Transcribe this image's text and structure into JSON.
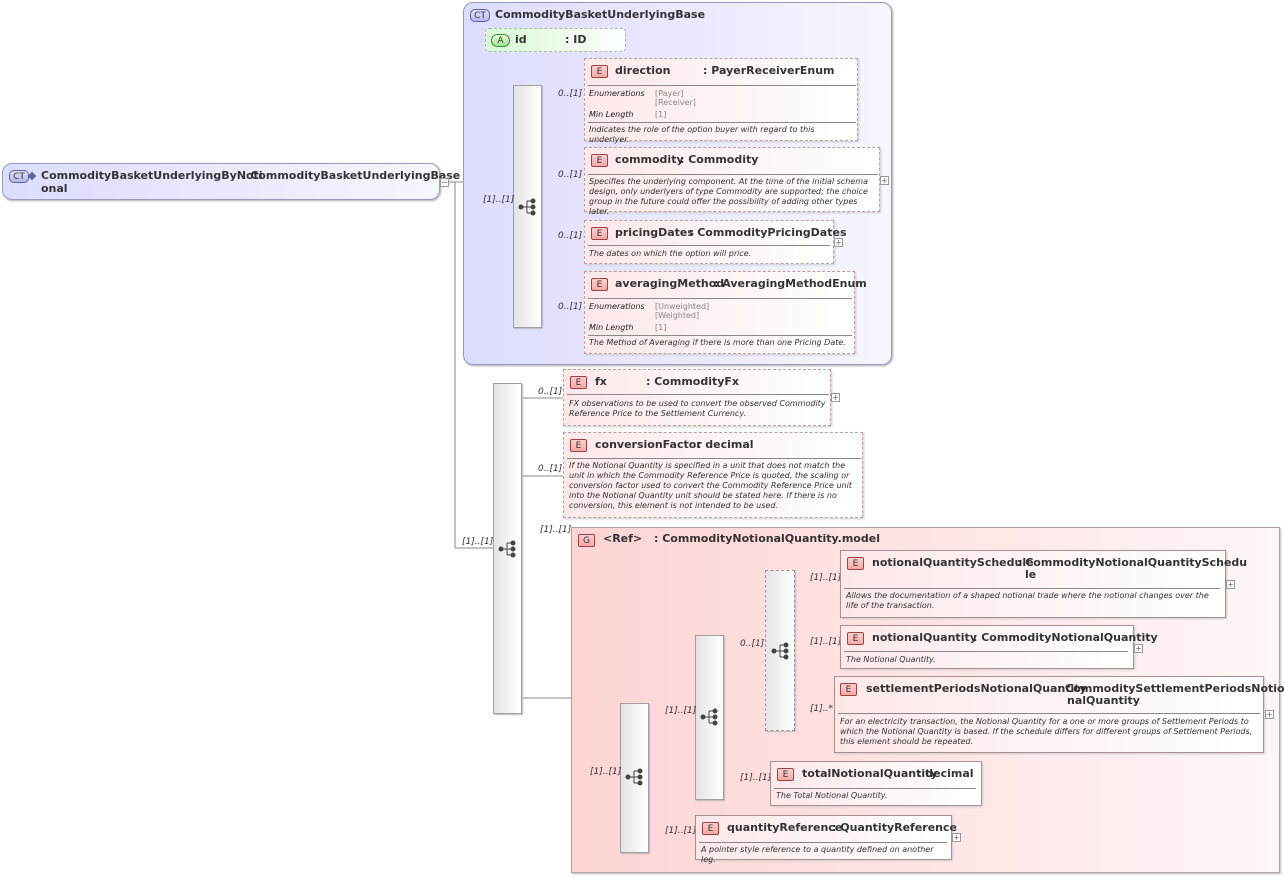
{
  "root": {
    "badge": "CT",
    "name": "CommodityBasketUnderlyingByNoti",
    "type": ": CommodityBasketUnderlyingBase",
    "name_cont": "onal"
  },
  "base": {
    "badge": "CT",
    "name": "CommodityBasketUnderlyingBase",
    "attr": {
      "badge": "A",
      "name": "id",
      "type": ": ID"
    },
    "seq_mult": "[1]..[1]",
    "elements": [
      {
        "badge": "E",
        "name": "direction",
        "type": ": PayerReceiverEnum",
        "mult": "0..[1]",
        "facets": [
          {
            "label": "Enumerations",
            "values": "[Payer]\n[Receiver]"
          },
          {
            "label": "Min Length",
            "values": "[1]"
          }
        ],
        "doc": "Indicates the role of the option buyer with regard to this underlyer."
      },
      {
        "badge": "E",
        "name": "commodity",
        "type": ": Commodity",
        "mult": "0..[1]",
        "doc": "Specifies the underlying component. At the time of the initial schema design, only underlyers of type Commodity are supported; the choice group in the future could offer the possibility of adding other types later."
      },
      {
        "badge": "E",
        "name": "pricingDates",
        "type": ": CommodityPricingDates",
        "mult": "0..[1]",
        "doc": "The dates on which the option will price."
      },
      {
        "badge": "E",
        "name": "averagingMethod",
        "type": ": AveragingMethodEnum",
        "mult": "0..[1]",
        "facets": [
          {
            "label": "Enumerations",
            "values": "[Unweighted]\n[Weighted]"
          },
          {
            "label": "Min Length",
            "values": "[1]"
          }
        ],
        "doc": "The Method of Averaging if there is more than one Pricing Date."
      }
    ]
  },
  "ext": {
    "seq_mult": "[1]..[1]",
    "elements": [
      {
        "badge": "E",
        "name": "fx",
        "type": ": CommodityFx",
        "mult": "0..[1]",
        "doc": "FX observations to be used to convert the observed Commodity Reference Price to the Settlement Currency."
      },
      {
        "badge": "E",
        "name": "conversionFactor",
        "type": ": decimal",
        "mult": "0..[1]",
        "doc": "If the Notional Quantity is specified in a unit that does not match the unit in which the Commodity Reference Price is quoted, the scaling or conversion factor used to convert the Commodity Reference Price unit into the Notional Quantity unit should be stated here. If there is no conversion, this element is not intended to be used."
      }
    ],
    "group": {
      "badge": "G",
      "ref": "<Ref>",
      "name": ": CommodityNotionalQuantity.model",
      "mult": "[1]..[1]",
      "seq_mult": "[1]..[1]",
      "inner_seq_mult": "[1]..[1]",
      "choice_mult": "0..[1]",
      "choice_elements": [
        {
          "badge": "E",
          "name": "notionalQuantitySchedule",
          "type": ": CommodityNotionalQuantitySchedu",
          "type_cont": "le",
          "mult": "[1]..[1]",
          "doc": "Allows the documentation of a shaped notional trade where the notional changes over the life of the transaction."
        },
        {
          "badge": "E",
          "name": "notionalQuantity",
          "type": ": CommodityNotionalQuantity",
          "mult": "[1]..[1]",
          "doc": "The Notional Quantity."
        },
        {
          "badge": "E",
          "name": "settlementPeriodsNotionalQuantity",
          "type": ": CommoditySettlementPeriodsNotio",
          "type_cont": "nalQuantity",
          "mult": "[1]..*",
          "doc": "For an electricity transaction, the Notional Quantity for a one or more groups of Settlement Periods to which the Notional Quantity is based. If the schedule differs for different groups of Settlement Periods, this element should be repeated."
        }
      ],
      "total": {
        "badge": "E",
        "name": "totalNotionalQuantity",
        "type": ": decimal",
        "mult": "[1]..[1]",
        "doc": "The Total Notional Quantity."
      },
      "qref": {
        "badge": "E",
        "name": "quantityReference",
        "type": ": QuantityReference",
        "mult": "[1]..[1]",
        "doc": "A pointer style reference to a quantity defined on another leg."
      }
    }
  },
  "icons": {
    "sequence": "sequence-icon",
    "choice": "choice-icon",
    "expand": "expand-icon"
  }
}
